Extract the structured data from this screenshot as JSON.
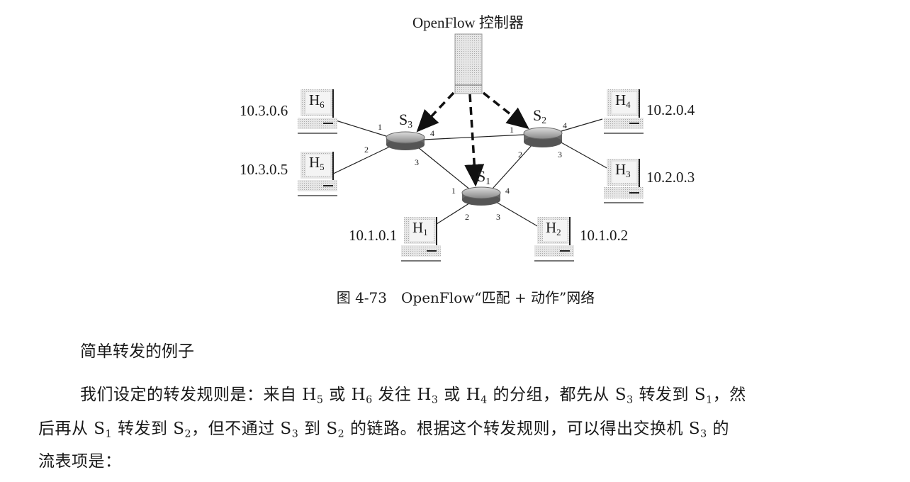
{
  "figure": {
    "controller_label": "OpenFlow 控制器",
    "switches": [
      {
        "id": "s3",
        "name": "S",
        "sub": "3",
        "ports": [
          "1",
          "2",
          "3",
          "4"
        ]
      },
      {
        "id": "s2",
        "name": "S",
        "sub": "2",
        "ports": [
          "1",
          "2",
          "3",
          "4"
        ]
      },
      {
        "id": "s1",
        "name": "S",
        "sub": "1",
        "ports": [
          "1",
          "2",
          "3",
          "4"
        ]
      }
    ],
    "hosts": [
      {
        "id": "h6",
        "name": "H",
        "sub": "6",
        "ip": "10.3.0.6"
      },
      {
        "id": "h5",
        "name": "H",
        "sub": "5",
        "ip": "10.3.0.5"
      },
      {
        "id": "h4",
        "name": "H",
        "sub": "4",
        "ip": "10.2.0.4"
      },
      {
        "id": "h3",
        "name": "H",
        "sub": "3",
        "ip": "10.2.0.3"
      },
      {
        "id": "h1",
        "name": "H",
        "sub": "1",
        "ip": "10.1.0.1"
      },
      {
        "id": "h2",
        "name": "H",
        "sub": "2",
        "ip": "10.1.0.2"
      }
    ],
    "caption": "图 4-73　OpenFlow“匹配 + 动作”网络"
  },
  "section_heading": "简单转发的例子",
  "paragraph_lines": [
    [
      {
        "t": "我们设定的转发规则是：来自 H"
      },
      {
        "s": "5"
      },
      {
        "t": " 或 H"
      },
      {
        "s": "6"
      },
      {
        "t": " 发往 H"
      },
      {
        "s": "3"
      },
      {
        "t": " 或 H"
      },
      {
        "s": "4"
      },
      {
        "t": " 的分组，都先从 S"
      },
      {
        "s": "3"
      },
      {
        "t": " 转发到 S"
      },
      {
        "s": "1"
      },
      {
        "t": "，然"
      }
    ],
    [
      {
        "t": "后再从 S"
      },
      {
        "s": "1"
      },
      {
        "t": " 转发到 S"
      },
      {
        "s": "2"
      },
      {
        "t": "，但不通过 S"
      },
      {
        "s": "3"
      },
      {
        "t": " 到 S"
      },
      {
        "s": "2"
      },
      {
        "t": " 的链路。根据这个转发规则，可以得出交换机 S"
      },
      {
        "s": "3"
      },
      {
        "t": " 的"
      }
    ],
    [
      {
        "t": "流表项是："
      }
    ]
  ]
}
